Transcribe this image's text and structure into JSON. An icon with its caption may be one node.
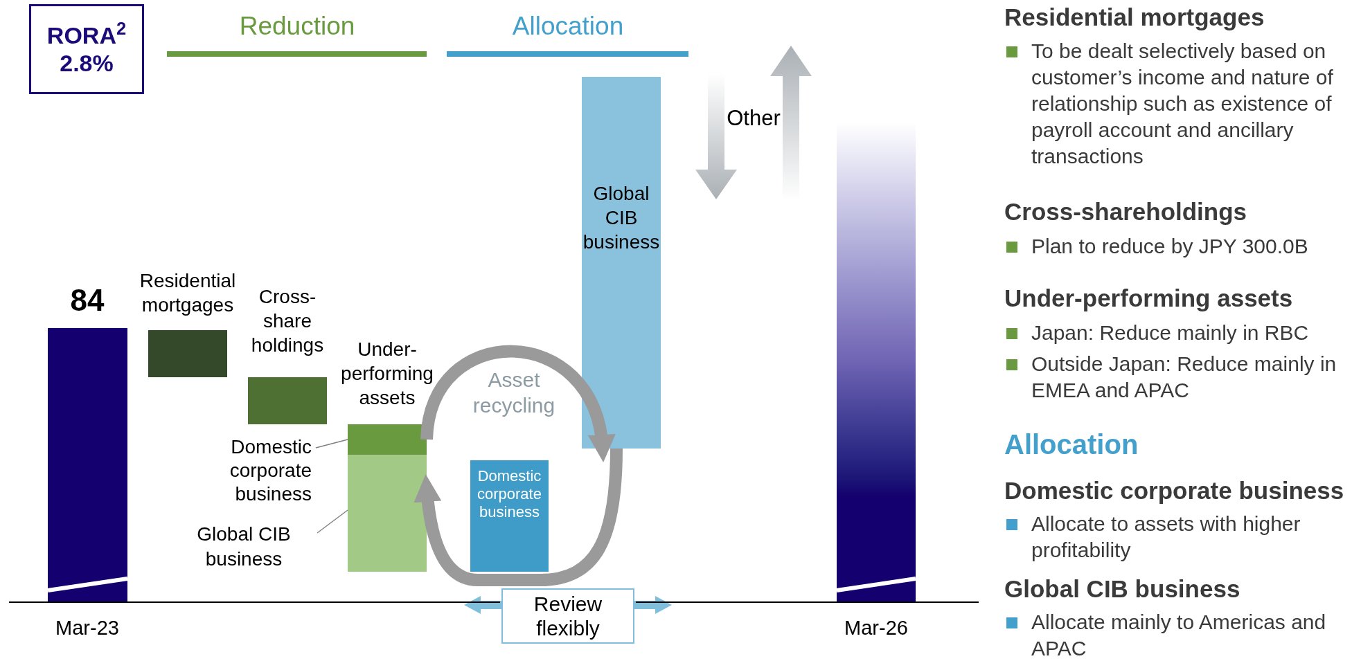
{
  "diagram": {
    "nodes": [
      {
        "text": [
          "RORA$^{2}$",
          "2.8%"
        ]
      },
      {
        "text": [],
        "shape": "bar",
        "beside": [
          "84",
          "Mar-23"
        ]
      },
      {
        "text": [],
        "shape": "bar",
        "beside": [
          "Residential mortgages"
        ]
      },
      {
        "text": [],
        "shape": "bar",
        "beside": [
          "Cross- share holdings"
        ]
      },
      {
        "text": [],
        "shape": "bar",
        "beside": [
          "Under- performing assets"
        ]
      },
      {
        "text": [],
        "shape": "bar",
        "in": 4
      },
      {
        "text": [],
        "shape": "bar",
        "in": 4
      },
      {
        "text": [
          "Domestic corporate business"
        ]
      },
      {
        "text": [
          "Global CIB business"
        ]
      },
      {
        "text": [
          "Domestic corporate business"
        ]
      },
      {
        "text": [
          "Global CIB business"
        ]
      },
      {
        "text": [
          "Review flexibly"
        ]
      },
      {
        "text": [],
        "shape": "bar",
        "beside": [
          "Mar-26"
        ]
      }
    ],
    "edges": [
      {
        "from": 7,
        "to": 5,
        "arrow": "none"
      },
      {
        "from": 8,
        "to": 6,
        "arrow": "none"
      },
      {
        "from": 4,
        "to": 10,
        "arrow": "to",
        "style": "thick"
      },
      {
        "from": 10,
        "to": 4,
        "arrow": "to",
        "style": "thick"
      }
    ],
    "labels": [
      "Reduction",
      "Allocation",
      "Other",
      "Asset recycling",
      "Residential mortgages",
      "To be dealt selectively based on customer’s income and nature of relationship such as existence of payroll account and ancillary transactions",
      "Cross-shareholdings",
      "Plan to reduce by JPY 300.0B",
      "Under-performing assets",
      "Japan: Reduce mainly in RBC",
      "Outside Japan: Reduce mainly in EMEA and APAC",
      "Allocation",
      "Domestic corporate business",
      "Allocate to assets with higher profitability",
      "Global CIB business",
      "Allocate mainly to Americas and APAC"
    ]
  }
}
